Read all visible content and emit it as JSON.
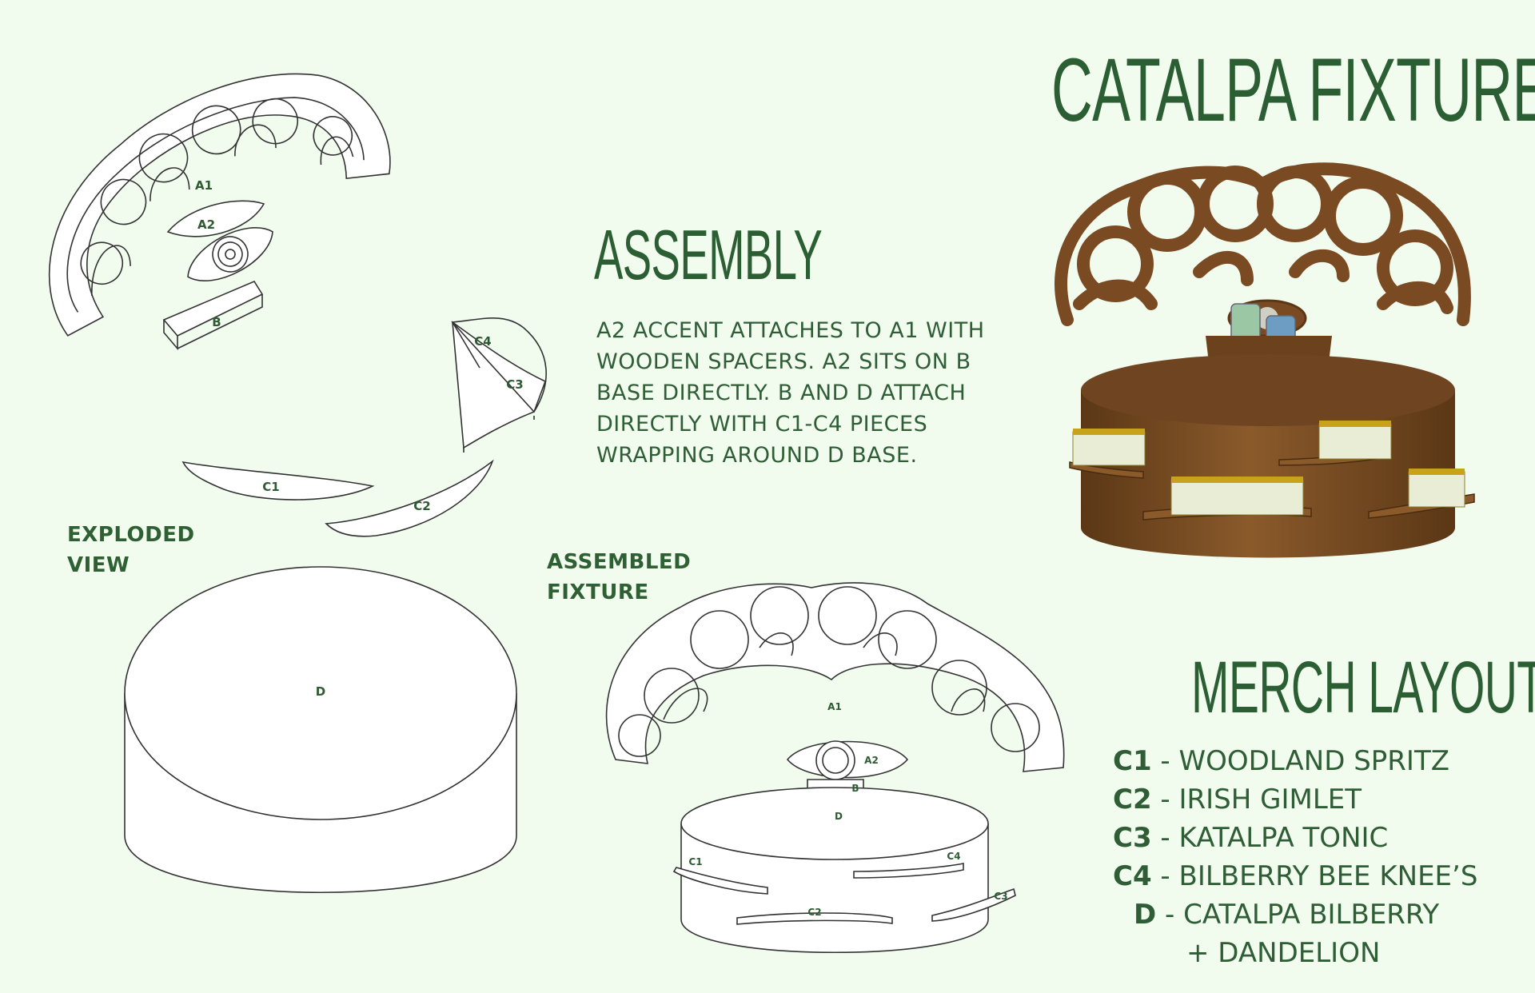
{
  "title": "CATALPA FIXTURE",
  "assembly": {
    "heading": "ASSEMBLY",
    "text": "A2 ACCENT ATTACHES TO A1 WITH WOODEN SPACERS. A2 SITS ON B BASE DIRECTLY. B AND D ATTACH DIRECTLY WITH C1-C4 PIECES WRAPPING AROUND D BASE."
  },
  "exploded_view": {
    "label_line1": "EXPLODED",
    "label_line2": "VIEW",
    "parts": {
      "a1": "A1",
      "a2": "A2",
      "b": "B",
      "c1": "C1",
      "c2": "C2",
      "c3": "C3",
      "c4": "C4",
      "d": "D"
    }
  },
  "assembled_fixture": {
    "label_line1": "ASSEMBLED",
    "label_line2": "FIXTURE",
    "parts": {
      "a1": "A1",
      "a2": "A2",
      "b": "B",
      "c1": "C1",
      "c2": "C2",
      "c3": "C3",
      "c4": "C4",
      "d": "D"
    }
  },
  "merch_layout": {
    "heading": "MERCH LAYOUT",
    "items": [
      {
        "code": "C1",
        "sep": " - ",
        "name": "WOODLAND SPRITZ"
      },
      {
        "code": "C2",
        "sep": " - ",
        "name": "IRISH GIMLET"
      },
      {
        "code": "C3",
        "sep": " - ",
        "name": "KATALPA TONIC"
      },
      {
        "code": "C4",
        "sep": " - ",
        "name": "BILBERRY BEE KNEE’S"
      },
      {
        "code": "D",
        "sep": " - ",
        "name": "CATALPA BILBERRY"
      }
    ],
    "continuation": "+ DANDELION"
  },
  "colors": {
    "background": "#f1fbee",
    "brand_green": "#2c5e33",
    "wood": "#7a4b22",
    "wood_dark": "#5b3716"
  }
}
